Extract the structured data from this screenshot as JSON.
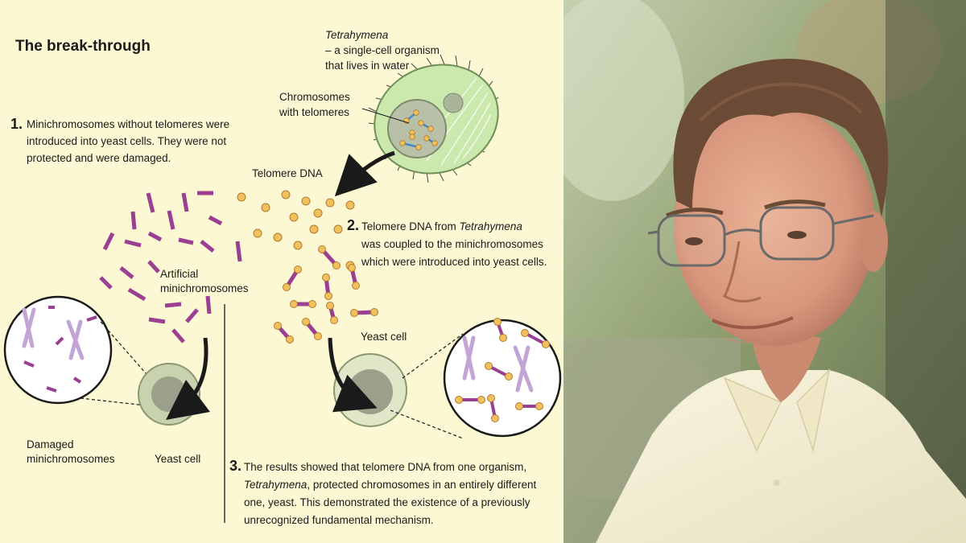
{
  "diagram": {
    "title": "The break-through",
    "organism": {
      "name": "Tetrahymena",
      "description_1": "– a single-cell organism",
      "description_2": "that lives in water"
    },
    "chromosomes_label_1": "Chromosomes",
    "chromosomes_label_2": "with telomeres",
    "telomere_dna_label": "Telomere DNA",
    "step1": {
      "number": "1.",
      "line1": "Minichromosomes without telomeres were",
      "line2": "introduced into yeast cells. They were not",
      "line3": "protected and were damaged."
    },
    "step2": {
      "number": "2.",
      "line1_prefix": "Telomere DNA from ",
      "line1_italic": "Tetrahymena",
      "line2": "was coupled to the minichromosomes",
      "line3": "which were introduced into yeast cells."
    },
    "step3": {
      "number": "3.",
      "line1": "The results showed that telomere DNA from one organism,",
      "line2_italic": "Tetrahymena",
      "line2_rest": ", protected chromosomes in an entirely different",
      "line3": "one, yeast. This demonstrated the existence of a previously",
      "line4": "unrecognized fundamental mechanism."
    },
    "artificial_label_1": "Artificial",
    "artificial_label_2": "minichromosomes",
    "damaged_label_1": "Damaged",
    "damaged_label_2": "minichromosomes",
    "yeast_cell_left": "Yeast cell",
    "yeast_cell_right": "Yeast cell",
    "colors": {
      "background": "#fdf8d4",
      "minichromosome": "#9b3f93",
      "telomere": "#f0b850",
      "cell_body": "#c9e6a8"
    }
  },
  "photo": {
    "subject": "portrait of a man with glasses",
    "colors": {
      "shirt": "#f5f0d8",
      "background": "#a8b890"
    }
  }
}
